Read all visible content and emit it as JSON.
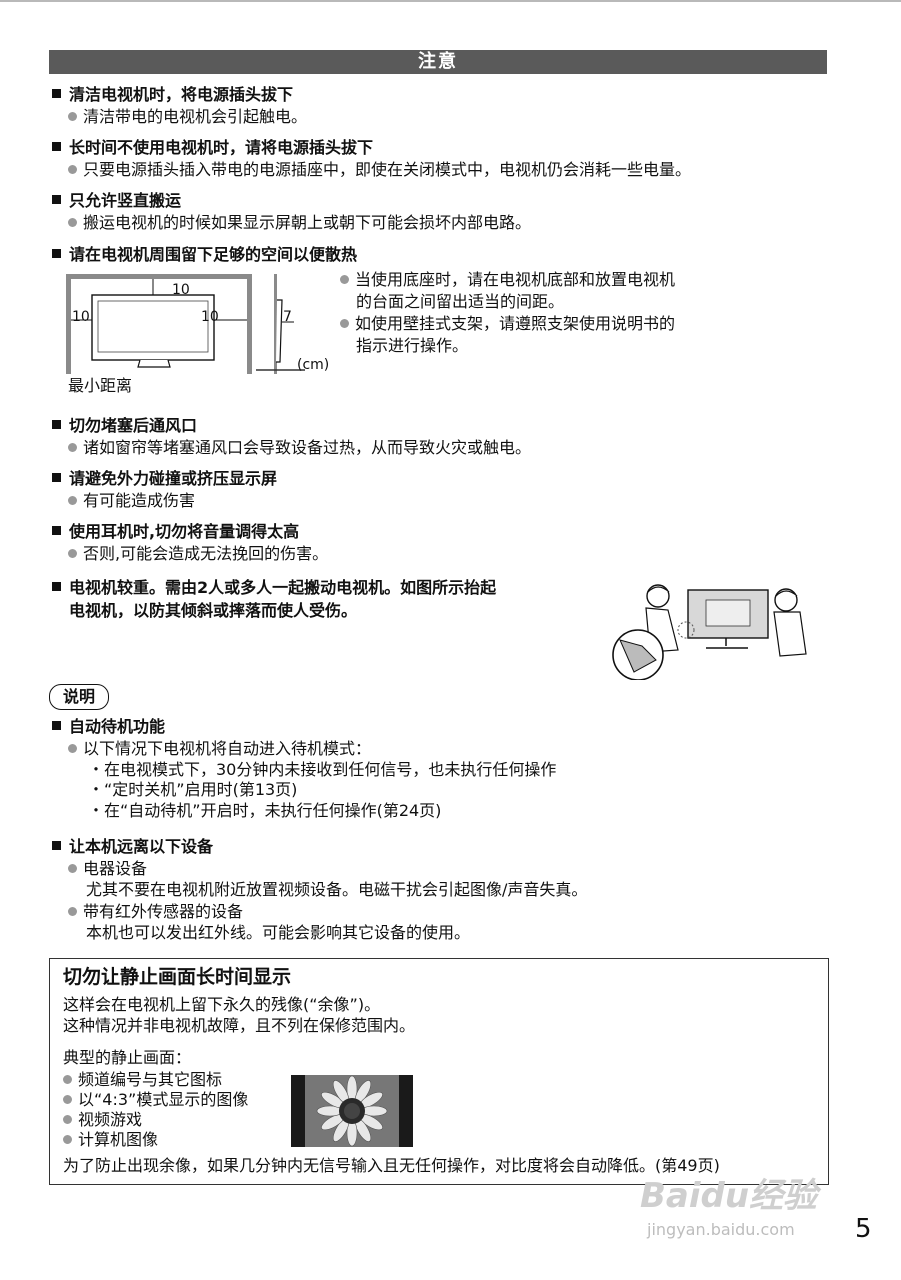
{
  "header": {
    "title": "注意"
  },
  "caution": [
    {
      "heading": "清洁电视机时，将电源插头拔下",
      "items": [
        "清洁带电的电视机会引起触电。"
      ]
    },
    {
      "heading": "长时间不使用电视机时，请将电源插头拔下",
      "items": [
        "只要电源插头插入带电的电源插座中，即使在关闭模式中，电视机仍会消耗一些电量。"
      ]
    },
    {
      "heading": "只允许竖直搬运",
      "items": [
        "搬运电视机的时候如果显示屏朝上或朝下可能会损坏内部电路。"
      ]
    },
    {
      "heading": "请在电视机周围留下足够的空间以便散热",
      "items": [
        "当使用底座时，请在电视机底部和放置电视机",
        "的台面之间留出适当的间距。",
        "如使用壁挂式支架，请遵照支架使用说明书的",
        "指示进行操作。"
      ]
    },
    {
      "heading": "切勿堵塞后通风口",
      "items": [
        "诸如窗帘等堵塞通风口会导致设备过热，从而导致火灾或触电。"
      ]
    },
    {
      "heading": "请避免外力碰撞或挤压显示屏",
      "items": [
        "有可能造成伤害"
      ]
    },
    {
      "heading": "使用耳机时,切勿将音量调得太高",
      "items": [
        "否则,可能会造成无法挽回的伤害。"
      ]
    },
    {
      "heading_lines": [
        "电视机较重。需由2人或多人一起搬动电视机。如图所示抬起",
        "电视机，以防其倾斜或摔落而使人受伤。"
      ]
    }
  ],
  "diagram": {
    "top": "10",
    "left": "10",
    "right": "10",
    "side": "7",
    "unit": "(cm)",
    "caption": "最小距离"
  },
  "note": {
    "tag": "说明",
    "sections": [
      {
        "heading": "自动待机功能",
        "lines": [
          "以下情况下电视机将自动进入待机模式：",
          "・在电视模式下，30分钟内未接收到任何信号，也未执行任何操作",
          "・“定时关机”启用时(第13页)",
          "・在“自动待机”开启时，未执行任何操作(第24页)"
        ]
      },
      {
        "heading": "让本机远离以下设备",
        "lines": [
          "电器设备",
          "尤其不要在电视机附近放置视频设备。电磁干扰会引起图像/声音失真。",
          "带有红外传感器的设备",
          "本机也可以发出红外线。可能会影响其它设备的使用。"
        ]
      }
    ]
  },
  "box": {
    "title": "切勿让静止画面长时间显示",
    "lines": [
      "这样会在电视机上留下永久的残像(“余像”)。",
      "这种情况并非电视机故障，且不列在保修范围内。"
    ],
    "typical_label": "典型的静止画面：",
    "items": [
      "频道编号与其它图标",
      "以“4:3”模式显示的图像",
      "视频游戏",
      "计算机图像"
    ],
    "footer": "为了防止出现余像，如果几分钟内无信号输入且无任何操作，对比度将会自动降低。(第49页)"
  },
  "page_number": "5",
  "watermark": {
    "logo": "Baidu经验",
    "url": "jingyan.baidu.com"
  }
}
